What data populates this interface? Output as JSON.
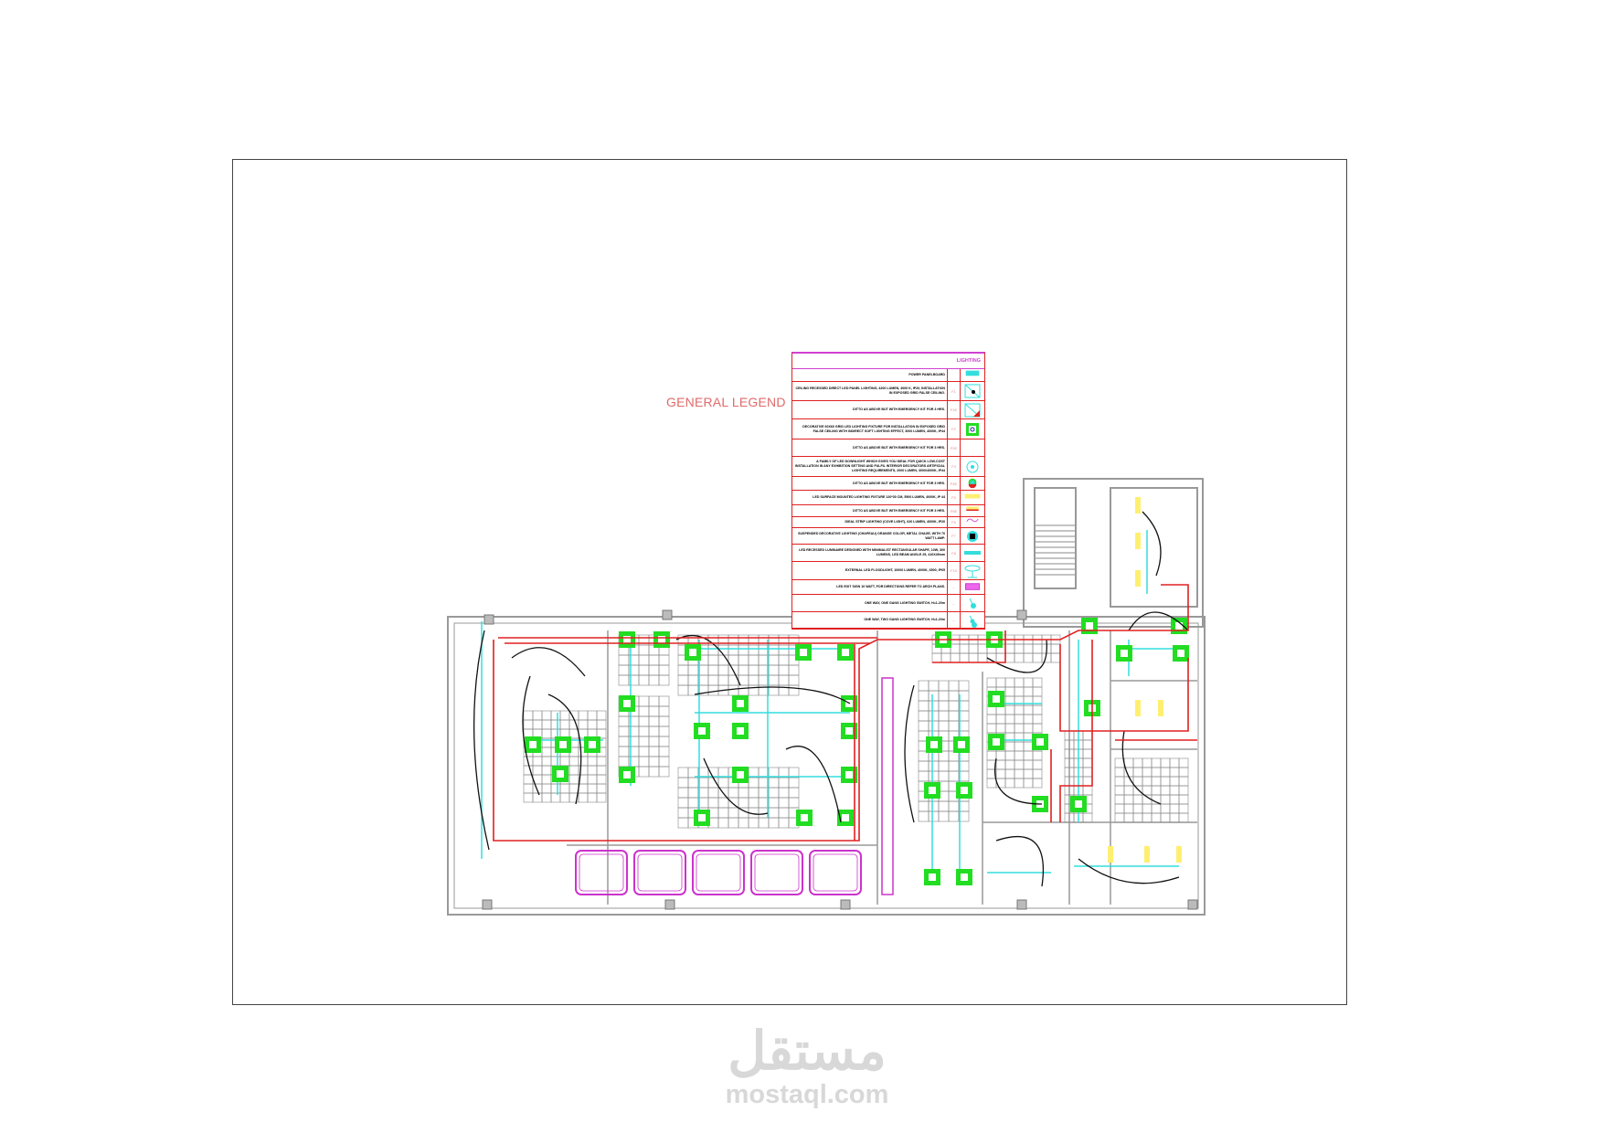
{
  "general_legend": "GENERAL LEGEND",
  "legend": {
    "title": "LIGHTING",
    "rows": [
      {
        "desc": "POWER PANELBOARD",
        "code": "",
        "symbol": "panelboard",
        "h": 13
      },
      {
        "desc": "CEILING RECESSED DIRECT LED PANEL LIGHTING, 4200 LUMEN, 4000 K, IP20, INSTALLATION IN EXPOSED GRID FALSE CEILING.",
        "code": "F1",
        "symbol": "led-panel",
        "h": 20
      },
      {
        "desc": "DITTO AS ABOVE BUT WITH EMERGENCY KIT FOR 3 HRS.",
        "code": "F1E",
        "symbol": "led-panel-emergency",
        "h": 19
      },
      {
        "desc": "DECORATIVE 60X60 GRID LED LIGHTING FIXTURE FOR INSTALLATION IN EXPOSED GRID FALSE CEILING WITH INDIRECT SOFT LIGHTING EFFECT, 3000 LUMEN, 4000K, IP44",
        "code": "F2",
        "symbol": "decorative-grid",
        "h": 21
      },
      {
        "desc": "DITTO AS ABOVE BUT WITH EMERGENCY KIT FOR 3 HRS.",
        "code": "F2E",
        "symbol": "none",
        "h": 18
      },
      {
        "desc": "A FAMILY OF LED DOWNLIGHT WHICH GIVES YOU IDEAL FOR QUICK LOW-COST INSTALLATION IN ANY EXHIBITION SETTING AND FULFIL INTERIOR DECORATORS ARTIFICIAL LIGHTING REQUIREMENTS, 2000 LUMEN, 3000/4000K, IP44",
        "code": "F4",
        "symbol": "downlight",
        "h": 21
      },
      {
        "desc": "DITTO AS ABOVE BUT WITH EMERGENCY KIT FOR 3 HRS.",
        "code": "F4E",
        "symbol": "downlight-emergency",
        "h": 14
      },
      {
        "desc": "LED SURFACE MOUNTED LIGHTING FIXTURE 120*30 CM, 5500 LUMEN, 4000K, IP 44",
        "code": "F5",
        "symbol": "surface-fixture",
        "h": 15
      },
      {
        "desc": "DITTO AS ABOVE BUT WITH EMERGENCY KIT FOR 3 HRS.",
        "code": "F5E",
        "symbol": "surface-fixture-emergency",
        "h": 12
      },
      {
        "desc": "IDEAL STRIP LIGHTING (COVE LIGHT), 620 LUMEN, 4000K, IP20",
        "code": "F6",
        "symbol": "strip",
        "h": 11
      },
      {
        "desc": "SUSPENDED DECORATIVE LIGHTING (CHAPEAU) ORANGE COLOR, METAL CHAGE, WITH 70 WATT LAMP.",
        "code": "F7",
        "symbol": "pendant",
        "h": 17
      },
      {
        "desc": "LED RECESSED LUMINAIRE DESIGNED WITH MINIMALIST RECTANGULAR SHAPE, 10W, 300 LUMENS, LED BEAM ANGLE 25, 410X45mm",
        "code": "F8",
        "symbol": "linear",
        "h": 18
      },
      {
        "desc": "EXTERNAL LED FLOODLIGHT, 10000 LUMEN, 4000K, 6500, IP65",
        "code": "F10",
        "symbol": "floodlight",
        "h": 19
      },
      {
        "desc": "LED EXIT SIGN 10 WATT, FOR DIRECTIONS REFER TO ARCH PLANS.",
        "code": "--",
        "symbol": "exit-sign",
        "h": 15
      },
      {
        "desc": "ONE WAY, ONE GANG LIGHTING SWITCH, H=1.20m",
        "code": "--",
        "symbol": "switch-1",
        "h": 18
      },
      {
        "desc": "ONE WAY, TWO GANG LIGHTING SWITCH, H=1.20m",
        "code": "--",
        "symbol": "switch-2",
        "h": 17
      }
    ]
  },
  "colors": {
    "wiring": "#e02020",
    "fixture": "#22dd22",
    "ceiling_grid": "#33dddd",
    "circuit": "#111111",
    "cove": "#cc33cc",
    "wall": "#999999"
  },
  "watermark": {
    "arabic": "مستقل",
    "latin": "mostaql.com"
  }
}
